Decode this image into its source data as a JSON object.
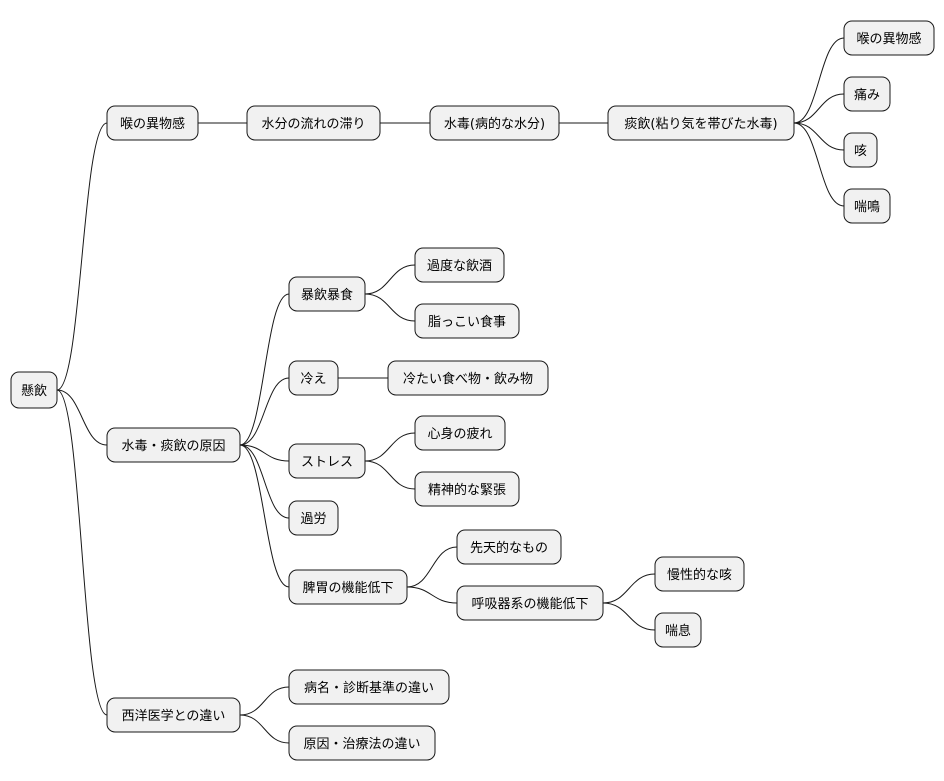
{
  "nodes": {
    "root": "懸飲",
    "throat": "喉の異物感",
    "water_flow": "水分の流れの滞り",
    "suidoku": "水毒(病的な水分)",
    "tanin": "痰飲(粘り気を帯びた水毒)",
    "throat2": "喉の異物感",
    "pain": "痛み",
    "cough": "咳",
    "wheeze": "喘鳴",
    "causes": "水毒・痰飲の原因",
    "overeating": "暴飲暴食",
    "alcohol": "過度な飲酒",
    "fatty": "脂っこい食事",
    "cold": "冷え",
    "cold_food": "冷たい食べ物・飲み物",
    "stress": "ストレス",
    "fatigue": "心身の疲れ",
    "tension": "精神的な緊張",
    "overwork": "過労",
    "digestive": "脾胃の機能低下",
    "congenital": "先天的なもの",
    "respiratory": "呼吸器系の機能低下",
    "chronic_cough": "慢性的な咳",
    "asthma": "喘息",
    "western": "西洋医学との違い",
    "diagnosis": "病名・診断基準の違い",
    "treatment": "原因・治療法の違い"
  },
  "colors": {
    "node_fill": "#f1f1f1",
    "node_stroke": "#181818",
    "edge": "#181818",
    "text": "#000000"
  }
}
